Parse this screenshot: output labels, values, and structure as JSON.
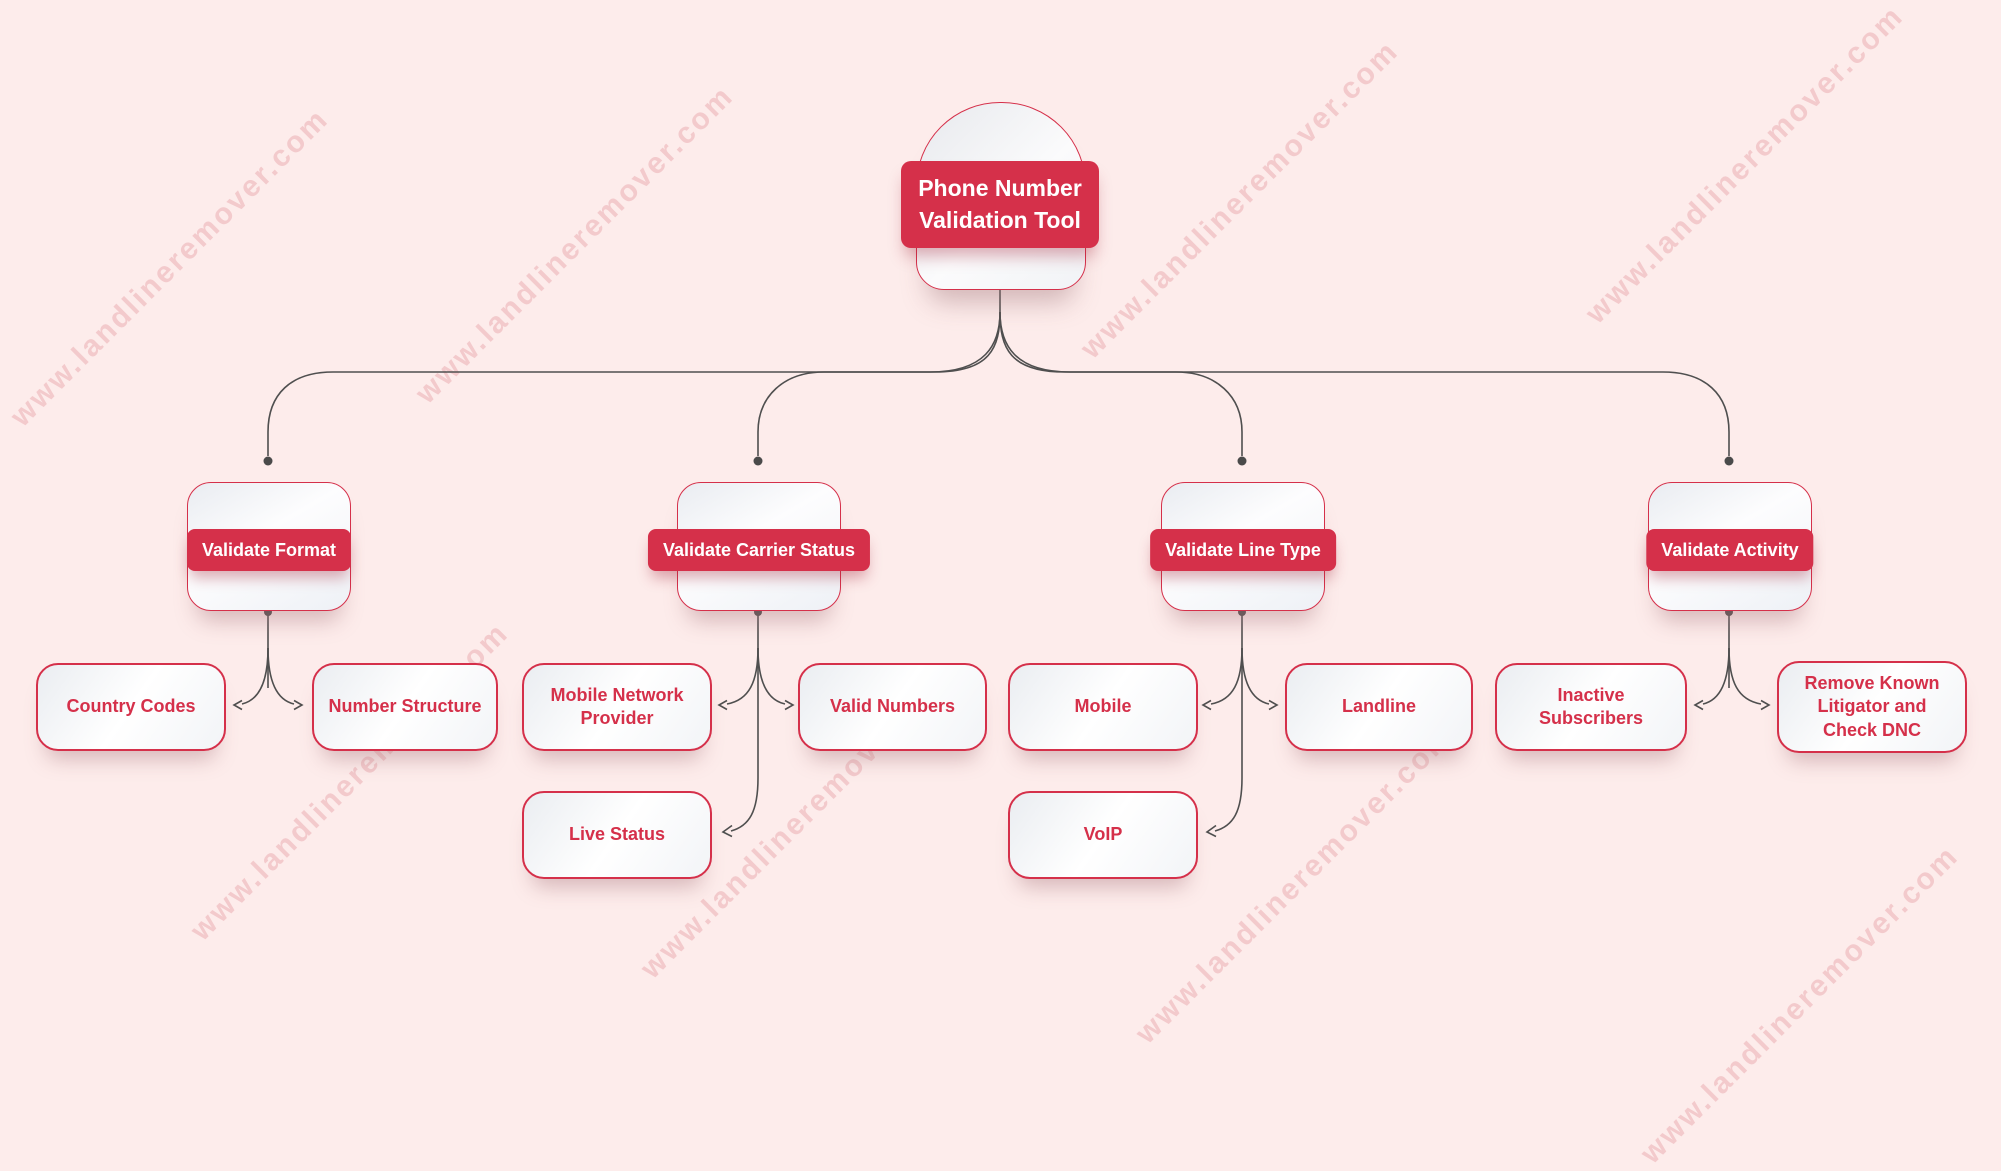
{
  "watermark": {
    "text": "www.landlineremover.com"
  },
  "root": {
    "label_line1": "Phone Number",
    "label_line2": "Validation Tool"
  },
  "branches": [
    {
      "label": "Validate Format",
      "children": [
        "Country Codes",
        "Number Structure"
      ]
    },
    {
      "label": "Validate Carrier Status",
      "children": [
        "Mobile Network Provider",
        "Valid Numbers",
        "Live Status"
      ]
    },
    {
      "label": "Validate Line Type",
      "children": [
        "Mobile",
        "Landline",
        "VoIP"
      ]
    },
    {
      "label": "Validate Activity",
      "children": [
        "Inactive Subscribers",
        "Remove Known Litigator and Check DNC"
      ]
    }
  ],
  "colors": {
    "accent_red": "#d5304a",
    "background": "#fdeceb",
    "connector": "#4f4f4f"
  }
}
